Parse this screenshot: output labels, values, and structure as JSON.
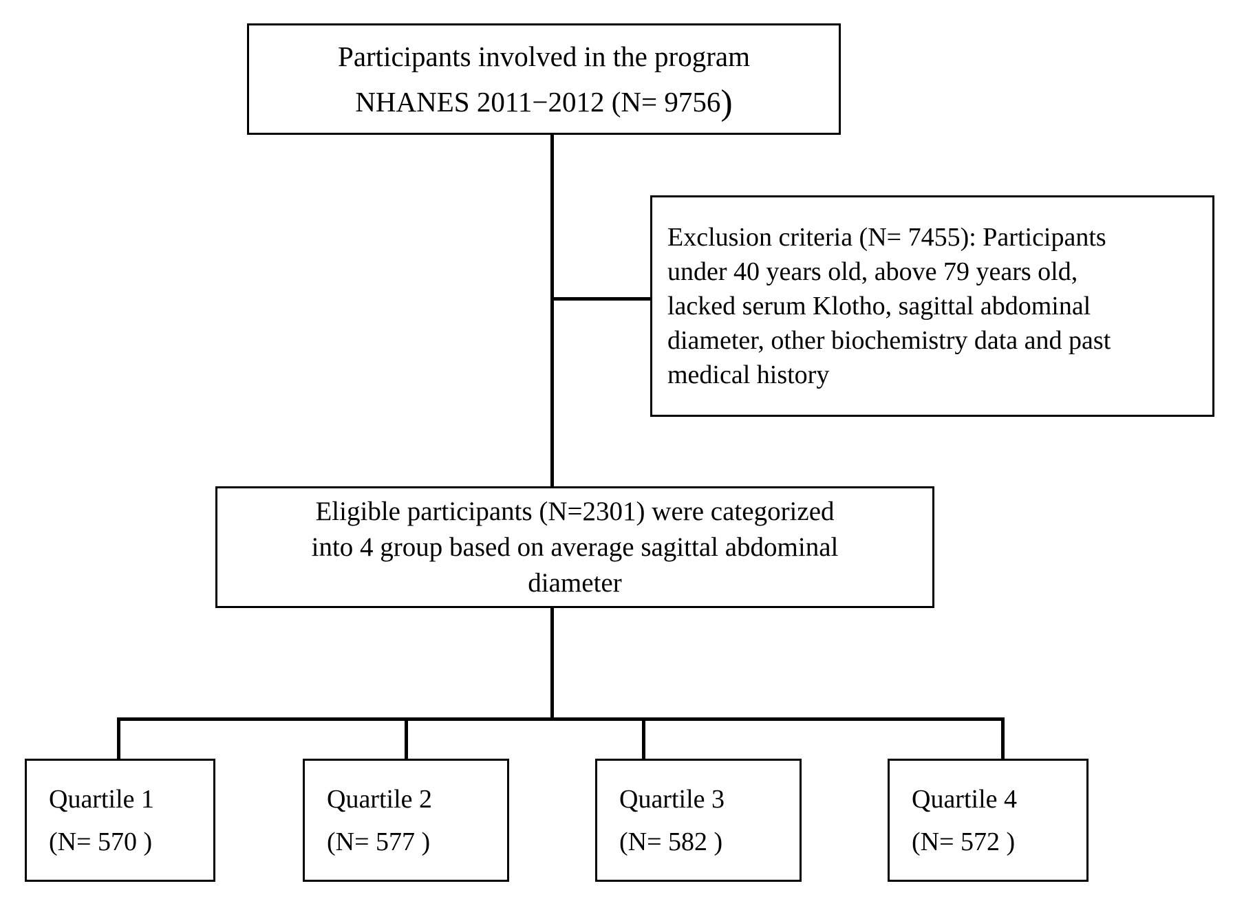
{
  "diagram": {
    "type": "flowchart",
    "title": "NHANES participant selection flow diagram",
    "colors": {
      "background": "#ffffff",
      "border": "#000000",
      "text": "#000000",
      "connector": "#000000"
    },
    "nodes": {
      "enrollment": {
        "line1": "Participants involved in the program",
        "line2_prefix": "NHANES 2011−2012 (N= 9756",
        "line2_suffix": ")",
        "count": 9756,
        "survey_cycle": "NHANES 2011−2012"
      },
      "exclusion": {
        "line1": "Exclusion criteria (N= 7455): Participants",
        "line2": "under 40 years old, above 79 years old,",
        "line3": "lacked serum Klotho, sagittal abdominal",
        "line4": "diameter, other biochemistry data and past",
        "line5": "medical history",
        "count": 7455
      },
      "eligible": {
        "line1": "Eligible participants (N=2301) were categorized",
        "line2": "into 4 group based on average sagittal abdominal",
        "line3": "diameter",
        "count": 2301,
        "groups": 4
      },
      "quartiles": [
        {
          "label": "Quartile 1",
          "n_text": "(N= 570 )",
          "count": 570
        },
        {
          "label": "Quartile 2",
          "n_text": "(N= 577 )",
          "count": 577
        },
        {
          "label": "Quartile 3",
          "n_text": "(N= 582 )",
          "count": 582
        },
        {
          "label": "Quartile 4",
          "n_text": "(N= 572 )",
          "count": 572
        }
      ]
    }
  }
}
